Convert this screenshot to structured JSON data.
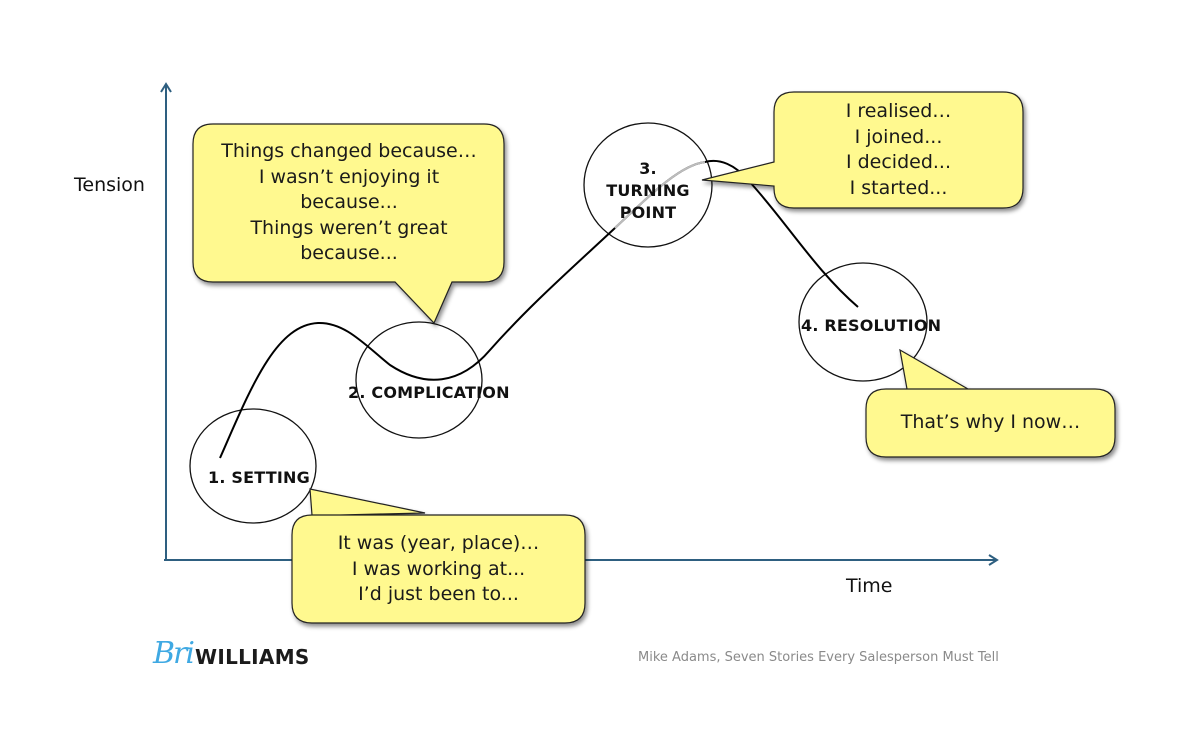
{
  "diagram": {
    "type": "story-arc",
    "y_axis_label": "Tension",
    "x_axis_label": "Time",
    "axis_color": "#2e5f80",
    "bubble_fill": "#fff98f",
    "stages": [
      {
        "id": "setting",
        "label_lines": [
          "1. SETTING"
        ]
      },
      {
        "id": "complication",
        "label_lines": [
          "2. COMPLICATION"
        ]
      },
      {
        "id": "turning-point",
        "label_lines": [
          "3.",
          "TURNING",
          "POINT"
        ]
      },
      {
        "id": "resolution",
        "label_lines": [
          "4. RESOLUTION"
        ]
      }
    ],
    "callouts": [
      {
        "stage": "setting",
        "lines": [
          "It was (year, place)…",
          "I was working at...",
          "I’d just been to..."
        ]
      },
      {
        "stage": "complication",
        "lines": [
          "Things changed because…",
          "I wasn’t enjoying it",
          "because...",
          "Things weren’t great",
          "because..."
        ]
      },
      {
        "stage": "turning-point",
        "lines": [
          "I realised…",
          "I joined...",
          "I decided...",
          "I started..."
        ]
      },
      {
        "stage": "resolution",
        "lines": [
          "That’s why I now…"
        ]
      }
    ]
  },
  "footer": {
    "logo_script": "Bri",
    "logo_word": "WILLIAMS",
    "citation": "Mike Adams, Seven Stories Every Salesperson Must Tell"
  }
}
